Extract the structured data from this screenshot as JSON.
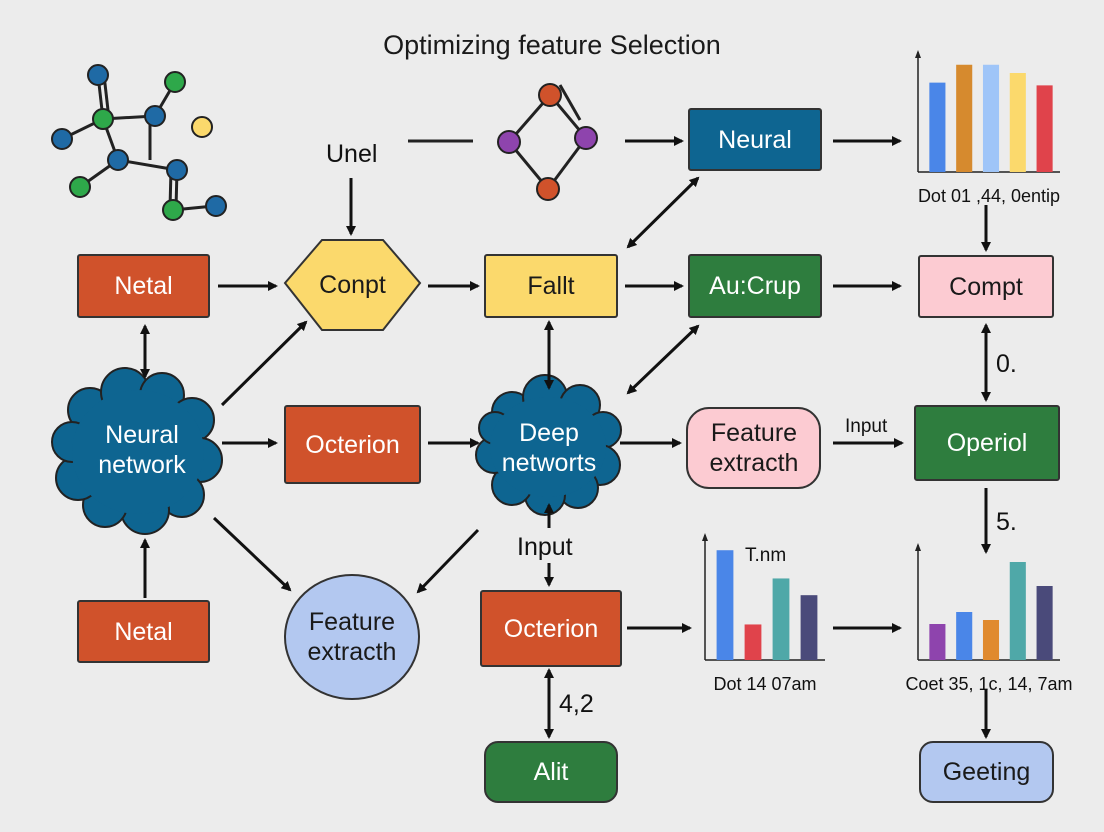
{
  "title": "Optimizing feature Selection",
  "nodes": {
    "netal_top": "Netal",
    "compt_hex": "Conpt",
    "fallt": "Fallt",
    "neural_top": "Neural",
    "aucrup": "Au:Crup",
    "compt_right": "Compt",
    "neural_network": "Neural network",
    "octerion_mid": "Octerion",
    "deep_networks": "Deep networts",
    "feature_extract_pill": "Feature extracth",
    "operiol": "Operiol",
    "netal_bottom": "Netal",
    "feature_extract_ellipse": "Feature extracth",
    "octerion_bottom": "Octerion",
    "alit": "Alit",
    "geeting": "Geeting"
  },
  "labels": {
    "unel": "Unel",
    "input_right": "Input",
    "input_center": "Input",
    "zero": "0.",
    "five": "5.",
    "four_two": "4,2",
    "tnm": "T.nm"
  },
  "colors": {
    "orange": "#d0522b",
    "teal": "#0e6591",
    "green": "#2e7d3e",
    "yellow": "#fbd96c",
    "pink": "#fccbd2",
    "light_blue": "#b3c8f0",
    "purple": "#8e44ad"
  },
  "chart_data": [
    {
      "type": "bar",
      "title": "",
      "xlabel": "Dot 01 ,44, 0entip",
      "values": [
        65,
        78,
        78,
        72,
        63
      ],
      "colors": [
        "#4a86e8",
        "#d68a2e",
        "#9fc5f8",
        "#fbd96c",
        "#e0434b"
      ],
      "ylim": [
        0,
        80
      ]
    },
    {
      "type": "bar",
      "title": "T.nm",
      "xlabel": "Dot 14 07am",
      "values": [
        105,
        34,
        78,
        62
      ],
      "colors": [
        "#4a86e8",
        "#e0434b",
        "#4fa8a8",
        "#4a4a7a"
      ],
      "ylim": [
        0,
        110
      ]
    },
    {
      "type": "bar",
      "title": "",
      "xlabel": "Coet 35, 1c, 14, 7am",
      "values": [
        36,
        48,
        40,
        98,
        74
      ],
      "colors": [
        "#8e44ad",
        "#4a86e8",
        "#e08a2e",
        "#4fa8a8",
        "#4a4a7a"
      ],
      "ylim": [
        0,
        105
      ]
    }
  ]
}
